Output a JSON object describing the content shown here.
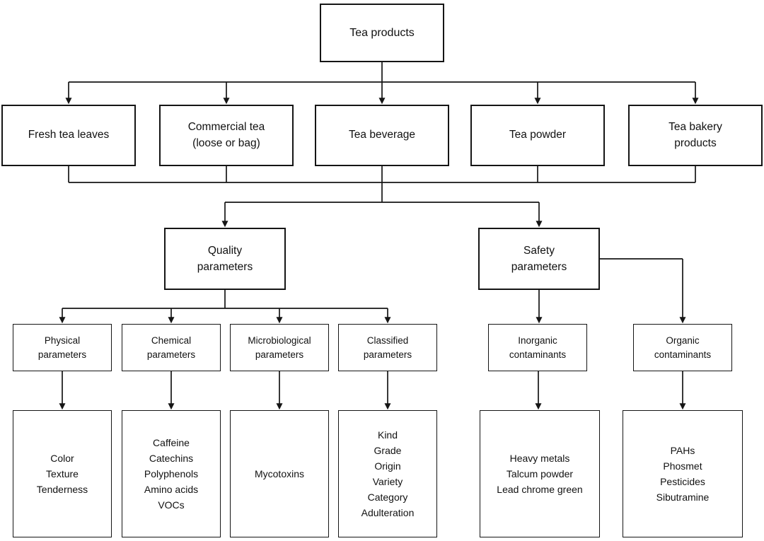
{
  "diagram": {
    "root": {
      "label": "Tea products"
    },
    "products": [
      {
        "label": "Fresh tea leaves"
      },
      {
        "label": "Commercial tea\n(loose or bag)"
      },
      {
        "label": "Tea beverage"
      },
      {
        "label": "Tea powder"
      },
      {
        "label": "Tea bakery\nproducts"
      }
    ],
    "parameter_groups": [
      {
        "label": "Quality\nparameters"
      },
      {
        "label": "Safety\nparameters"
      }
    ],
    "parameter_types": [
      {
        "label": "Physical\nparameters"
      },
      {
        "label": "Chemical\nparameters"
      },
      {
        "label": "Microbiological\nparameters"
      },
      {
        "label": "Classified\nparameters"
      },
      {
        "label": "Inorganic\ncontaminants"
      },
      {
        "label": "Organic\ncontaminants"
      }
    ],
    "details": [
      {
        "label": "Color\nTexture\nTenderness"
      },
      {
        "label": "Caffeine\nCatechins\nPolyphenols\nAmino acids\nVOCs"
      },
      {
        "label": "Mycotoxins"
      },
      {
        "label": "Kind\nGrade\nOrigin\nVariety\nCategory\nAdulteration"
      },
      {
        "label": "Heavy metals\nTalcum powder\nLead chrome green"
      },
      {
        "label": "PAHs\nPhosmet\nPesticides\nSibutramine"
      }
    ],
    "line_color": "#151515"
  }
}
